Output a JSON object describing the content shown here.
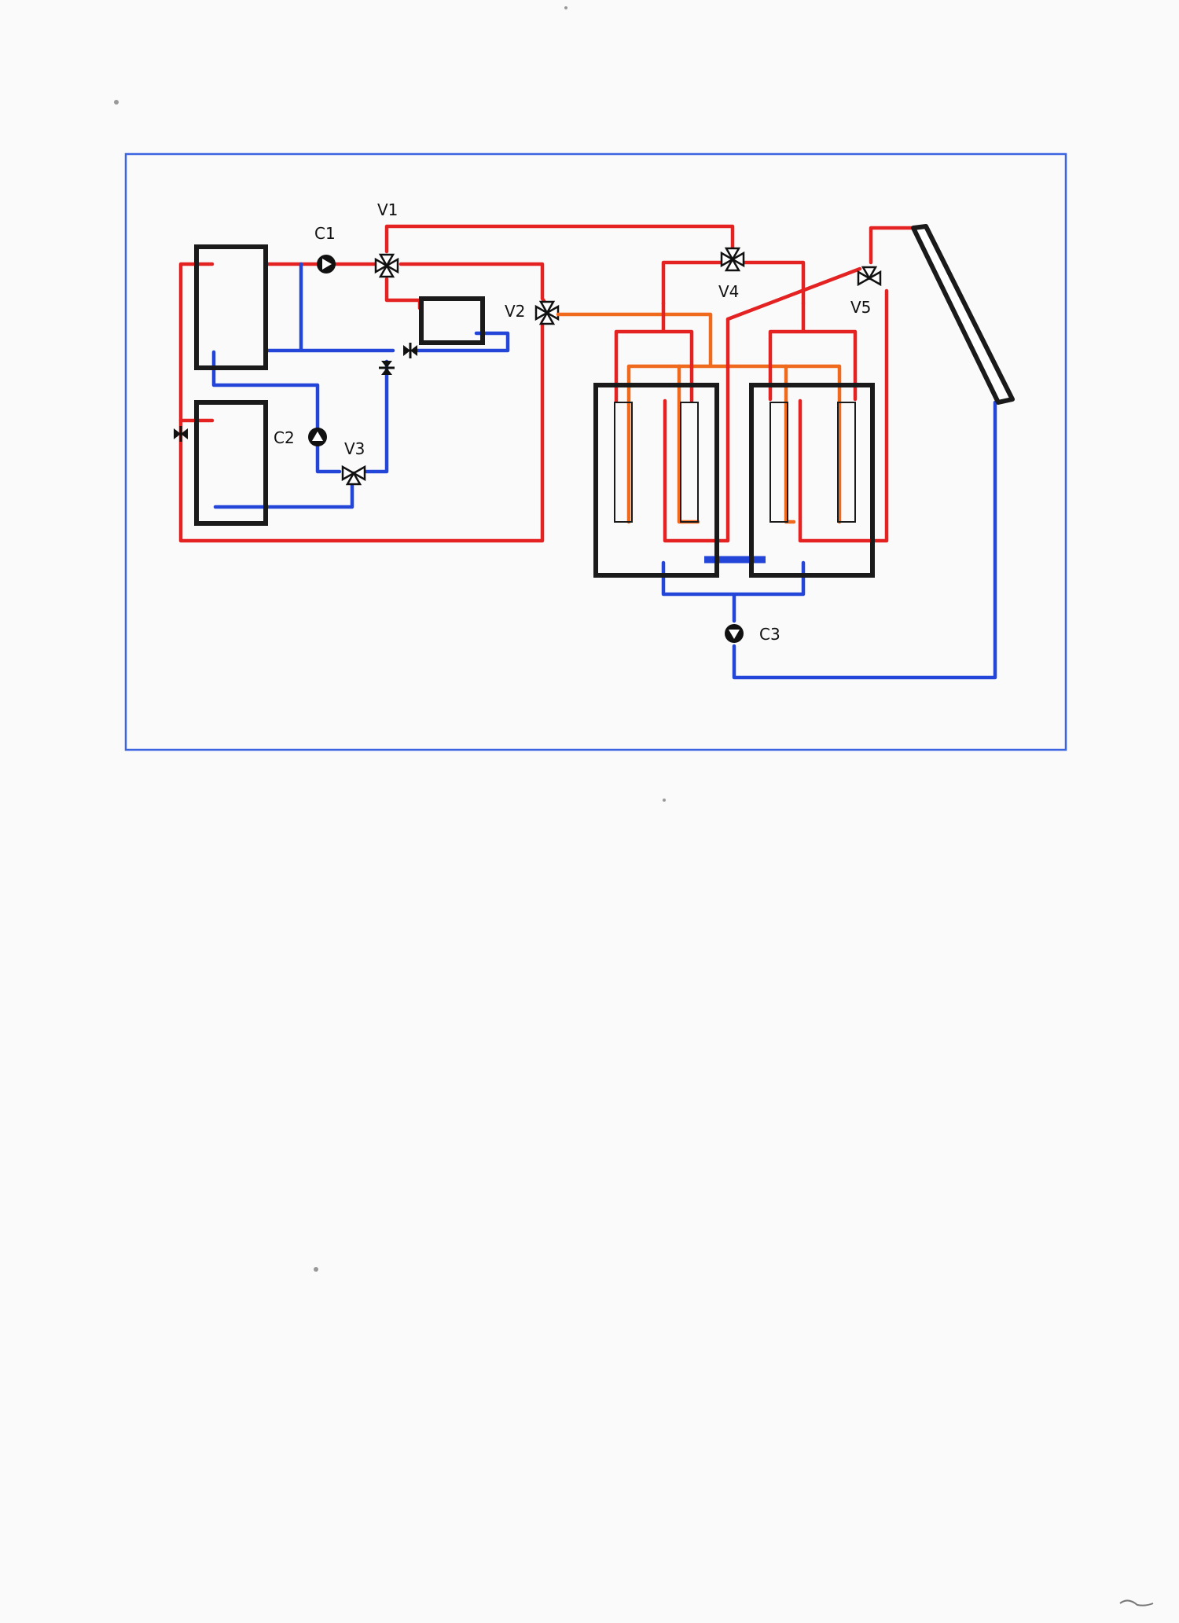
{
  "colors": {
    "frame": "#3c64e0",
    "hot_pipe": "#e52222",
    "cold_pipe": "#2446d8",
    "warm_pipe": "#f06a1e",
    "equipment": "#1a1a1a",
    "paper": "#fafafa"
  },
  "labels": {
    "c1": "C1",
    "c2": "C2",
    "c3": "C3",
    "v1": "V1",
    "v2": "V2",
    "v3": "V3",
    "v4": "V4",
    "v5": "V5"
  },
  "components": {
    "pumps": [
      "C1",
      "C2",
      "C3"
    ],
    "valves": [
      "V1",
      "V2",
      "V3",
      "V4",
      "V5"
    ],
    "check_valve_icons": [
      "check-valve-icon",
      "check-valve-icon",
      "check-valve-icon",
      "check-valve-icon"
    ],
    "tanks": [
      "upper-left-tank",
      "lower-left-tank",
      "small-exchanger",
      "left-storage-tank",
      "right-storage-tank"
    ],
    "collector": "solar-collector-panel"
  }
}
